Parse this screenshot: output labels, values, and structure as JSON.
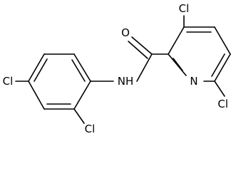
{
  "atoms": {
    "cl_phenyl_para": "Cl",
    "cl_phenyl_ortho": "Cl",
    "nh": "NH",
    "carbonyl_o": "O",
    "cl_pyridine_3": "Cl",
    "pyridine_n": "N",
    "cl_pyridine_6": "Cl"
  }
}
